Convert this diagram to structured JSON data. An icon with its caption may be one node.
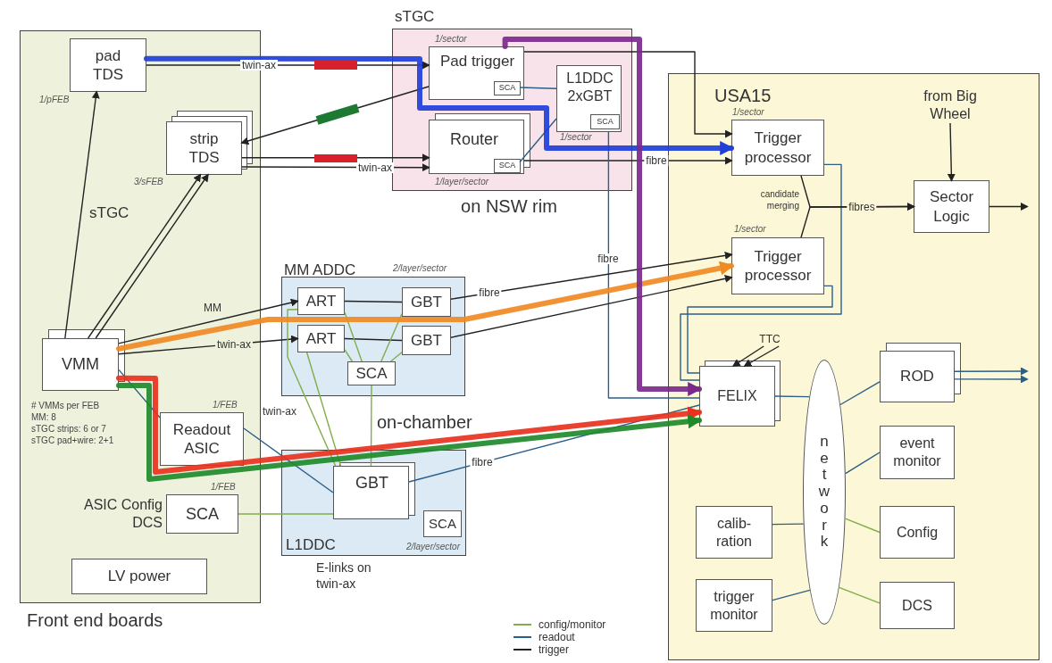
{
  "diagram": {
    "nodes": [
      {
        "text": [
          "Front end boards"
        ]
      },
      {
        "text": [
          "pad TDS"
        ],
        "in": 0,
        "beside": [
          "1/pFEB"
        ]
      },
      {
        "text": [
          "strip TDS"
        ],
        "in": 0,
        "beside": [
          "3/sFEB"
        ]
      },
      {
        "text": [
          "VMM"
        ],
        "in": 0,
        "beside": [
          "# VMMs per FEB",
          "MM: 8",
          "sTGC strips: 6 or 7",
          "sTGC pad+wire: 2+1"
        ]
      },
      {
        "text": [
          "Readout ASIC"
        ],
        "in": 0,
        "beside": [
          "1/FEB"
        ]
      },
      {
        "text": [
          "SCA"
        ],
        "in": 0,
        "beside": [
          "1/FEB",
          "ASIC Config DCS"
        ]
      },
      {
        "text": [
          "LV power"
        ],
        "in": 0
      },
      {
        "text": [
          "sTGC"
        ],
        "beside": [
          "on NSW rim"
        ]
      },
      {
        "text": [
          "Pad trigger"
        ],
        "in": 7,
        "beside": [
          "1/sector"
        ]
      },
      {
        "text": [
          "SCA"
        ],
        "in": 8
      },
      {
        "text": [
          "Router"
        ],
        "in": 7,
        "beside": [
          "1/layer/sector"
        ]
      },
      {
        "text": [
          "SCA"
        ],
        "in": 10
      },
      {
        "text": [
          "L1DDC 2xGBT"
        ],
        "in": 7,
        "beside": [
          "1/sector"
        ]
      },
      {
        "text": [
          "SCA"
        ],
        "in": 12
      },
      {
        "text": [
          "MM ADDC"
        ],
        "beside": [
          "2/layer/sector"
        ]
      },
      {
        "text": [
          "ART"
        ],
        "in": 14
      },
      {
        "text": [
          "GBT"
        ],
        "in": 14
      },
      {
        "text": [
          "ART"
        ],
        "in": 14
      },
      {
        "text": [
          "GBT"
        ],
        "in": 14
      },
      {
        "text": [
          "SCA"
        ],
        "in": 14
      },
      {
        "text": [
          "L1DDC",
          "2/layer/sector"
        ]
      },
      {
        "text": [
          "GBT"
        ],
        "in": 20
      },
      {
        "text": [
          "SCA"
        ],
        "in": 20
      },
      {
        "text": [
          "USA15"
        ]
      },
      {
        "text": [
          "Trigger processor"
        ],
        "in": 23,
        "beside": [
          "1/sector"
        ]
      },
      {
        "text": [
          "Trigger processor"
        ],
        "in": 23,
        "beside": [
          "1/sector"
        ]
      },
      {
        "text": [
          "Sector Logic"
        ],
        "in": 23
      },
      {
        "text": [
          "from Big Wheel"
        ],
        "in": 23
      },
      {
        "text": [
          "FELIX"
        ],
        "in": 23
      },
      {
        "text": [
          "network"
        ],
        "in": 23
      },
      {
        "text": [
          "ROD"
        ],
        "in": 23
      },
      {
        "text": [
          "event monitor"
        ],
        "in": 23
      },
      {
        "text": [
          "calib- ration"
        ],
        "in": 23
      },
      {
        "text": [
          "Config"
        ],
        "in": 23
      },
      {
        "text": [
          "trigger monitor"
        ],
        "in": 23
      },
      {
        "text": [
          "DCS"
        ],
        "in": 23
      },
      {
        "text": [
          "TTC"
        ],
        "in": 23
      }
    ],
    "edges": [
      {
        "from": 3,
        "to": 1,
        "arrow": "to"
      },
      {
        "from": 3,
        "to": 2,
        "arrow": "to"
      },
      {
        "from": 3,
        "to": 2,
        "arrow": "to"
      },
      {
        "from": 1,
        "to": 8,
        "arrow": "to",
        "label": "twin-ax"
      },
      {
        "from": 8,
        "to": 2,
        "arrow": "to"
      },
      {
        "from": 2,
        "to": 10,
        "arrow": "to"
      },
      {
        "from": 2,
        "to": 10,
        "arrow": "to",
        "label": "twin-ax"
      },
      {
        "from": 8,
        "to": 24,
        "arrow": "to"
      },
      {
        "from": 10,
        "to": 24,
        "arrow": "to",
        "label": "fibre"
      },
      {
        "from": 9,
        "to": 12,
        "arrow": "none",
        "color": "#2b5f8a"
      },
      {
        "from": 11,
        "to": 12,
        "arrow": "none",
        "color": "#2b5f8a"
      },
      {
        "from": 12,
        "to": 28,
        "arrow": "none",
        "label": "fibre",
        "color": "#2b5f8a"
      },
      {
        "from": 3,
        "to": 15,
        "arrow": "to",
        "label": "MM"
      },
      {
        "from": 3,
        "to": 17,
        "arrow": "to",
        "label": "twin-ax"
      },
      {
        "from": 15,
        "to": 16,
        "arrow": "none"
      },
      {
        "from": 17,
        "to": 18,
        "arrow": "none"
      },
      {
        "from": 16,
        "to": 25,
        "arrow": "to",
        "label": "fibre"
      },
      {
        "from": 18,
        "to": 25,
        "arrow": "to"
      },
      {
        "from": 15,
        "to": 19,
        "arrow": "none",
        "color": "#7fae4a"
      },
      {
        "from": 16,
        "to": 19,
        "arrow": "none",
        "color": "#7fae4a"
      },
      {
        "from": 17,
        "to": 19,
        "arrow": "none",
        "color": "#7fae4a"
      },
      {
        "from": 18,
        "to": 19,
        "arrow": "none",
        "color": "#7fae4a"
      },
      {
        "from": 17,
        "to": 21,
        "arrow": "none",
        "color": "#7fae4a"
      },
      {
        "from": 15,
        "to": 21,
        "arrow": "none",
        "color": "#7fae4a"
      },
      {
        "from": 19,
        "to": 21,
        "arrow": "none",
        "color": "#7fae4a"
      },
      {
        "from": 3,
        "to": 4,
        "arrow": "none",
        "color": "#2b5f8a"
      },
      {
        "from": 4,
        "to": 21,
        "arrow": "none",
        "color": "#2b5f8a"
      },
      {
        "from": 5,
        "to": 21,
        "arrow": "none",
        "color": "#7fae4a"
      },
      {
        "from": 21,
        "to": 28,
        "arrow": "none",
        "label": "fibre",
        "color": "#2b5f8a"
      },
      {
        "from": 24,
        "to": 28,
        "arrow": "none",
        "color": "#2b5f8a"
      },
      {
        "from": 25,
        "to": 28,
        "arrow": "none",
        "color": "#2b5f8a"
      },
      {
        "from": 24,
        "to": 26,
        "arrow": "to",
        "label": "fibres"
      },
      {
        "from": 25,
        "to": 26,
        "arrow": "to"
      },
      {
        "from": 27,
        "to": 26,
        "arrow": "to"
      },
      {
        "from": 26,
        "to": null,
        "arrow": "to"
      },
      {
        "from": 36,
        "to": 28,
        "arrow": "to"
      },
      {
        "from": 36,
        "to": 28,
        "arrow": "to"
      },
      {
        "from": 28,
        "to": 29,
        "arrow": "none",
        "color": "#2b5f8a"
      },
      {
        "from": 29,
        "to": 30,
        "arrow": "none",
        "color": "#2b5f8a"
      },
      {
        "from": 29,
        "to": 31,
        "arrow": "none",
        "color": "#2b5f8a"
      },
      {
        "from": 29,
        "to": 32,
        "arrow": "none",
        "color": "#2b5f8a"
      },
      {
        "from": 29,
        "to": 34,
        "arrow": "none",
        "color": "#2b5f8a"
      },
      {
        "from": 29,
        "to": 33,
        "arrow": "none",
        "color": "#7fae4a"
      },
      {
        "from": 29,
        "to": 35,
        "arrow": "none",
        "color": "#7fae4a"
      },
      {
        "from": 30,
        "to": null,
        "arrow": "to",
        "color": "#2b5f8a"
      },
      {
        "from": 30,
        "to": null,
        "arrow": "to",
        "color": "#2b5f8a"
      },
      {
        "from": 1,
        "to": 24,
        "arrow": "to",
        "style": "thick",
        "color": "#1f3fd8"
      },
      {
        "from": 3,
        "to": 25,
        "arrow": "to",
        "style": "thick",
        "color": "#f08a24"
      },
      {
        "from": 3,
        "to": 28,
        "arrow": "to",
        "style": "thick",
        "color": "#e8321e"
      },
      {
        "from": 3,
        "to": 28,
        "arrow": "to",
        "style": "thick",
        "color": "#1f8a2a"
      },
      {
        "from": 8,
        "to": 28,
        "arrow": "to",
        "style": "thick",
        "color": "#7b2a8c"
      }
    ],
    "labels": [
      "sTGC",
      "twin-ax",
      "on-chamber",
      "E-links on twin-ax",
      "candidate merging"
    ],
    "legend": [
      {
        "text": "config/monitor"
      },
      {
        "text": "readout"
      },
      {
        "text": "trigger"
      }
    ]
  }
}
